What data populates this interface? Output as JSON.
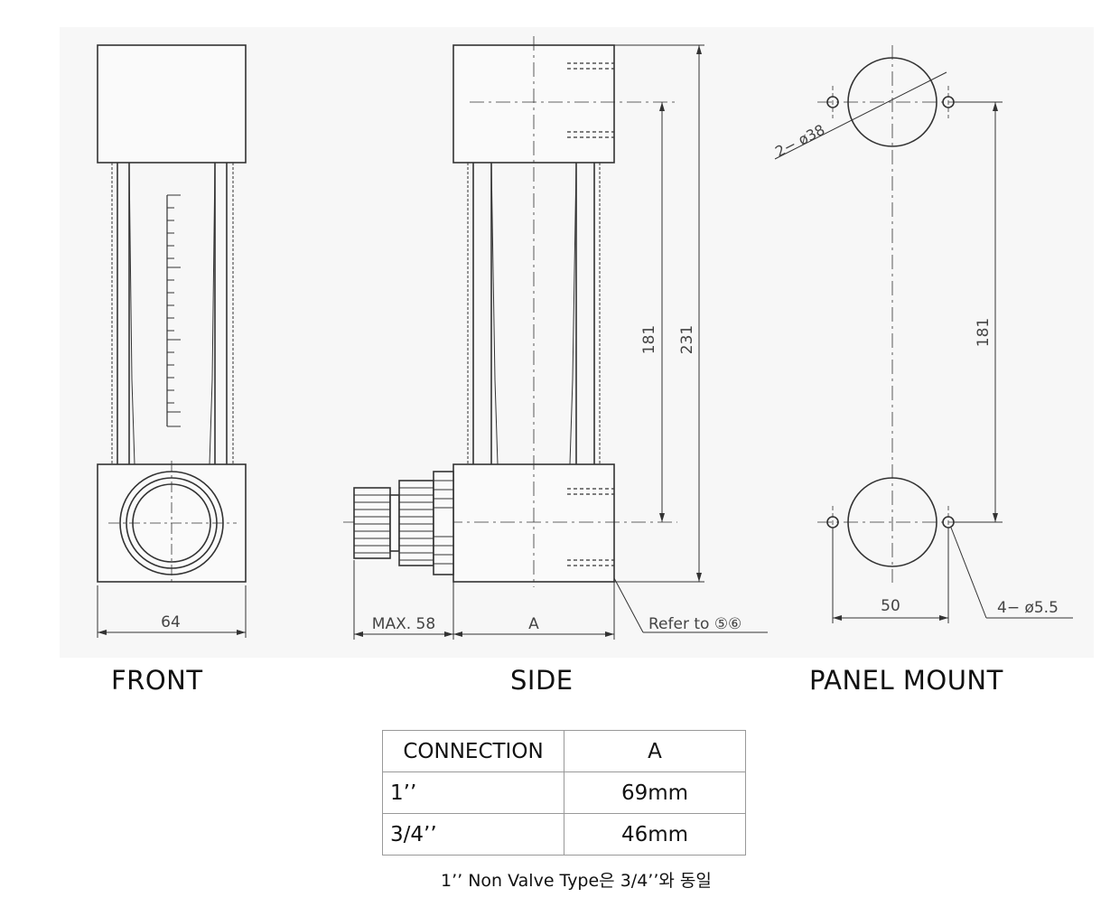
{
  "views": {
    "front": {
      "label": "FRONT",
      "dimension_width": "64"
    },
    "side": {
      "label": "SIDE",
      "dimension_max": "MAX. 58",
      "dimension_a": "A",
      "dimension_181": "181",
      "dimension_231": "231",
      "refer_note": "Refer to ⑤⑥"
    },
    "panel_mount": {
      "label": "PANEL MOUNT",
      "dimension_holes_large": "2− ø38",
      "dimension_181": "181",
      "dimension_50": "50",
      "dimension_holes_small": "4− ø5.5"
    }
  },
  "table": {
    "headers": [
      "CONNECTION",
      "A"
    ],
    "rows": [
      [
        "1’’",
        "69mm"
      ],
      [
        "3/4’’",
        "46mm"
      ]
    ]
  },
  "note": "1’’ Non Valve Type은 3/4’’와 동일",
  "colors": {
    "drawing_background": "#f7f7f7",
    "line": "#333333"
  }
}
